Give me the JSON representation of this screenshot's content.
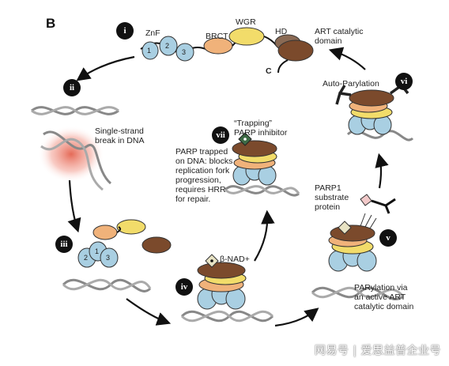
{
  "figure": {
    "panel_letter": "B",
    "steps": {
      "i": "i",
      "ii": "ii",
      "iii": "iii",
      "iv": "iv",
      "v": "v",
      "vi": "vi",
      "vii": "vii"
    },
    "domains": {
      "znf": "ZnF",
      "brct": "BRCT",
      "wgr": "WGR",
      "hd": "HD",
      "art": "ART catalytic\ndomain",
      "c_terminus": "C",
      "znf_1": "1",
      "znf_2": "2",
      "znf_3": "3"
    },
    "labels": {
      "single_strand_break": "Single-strand\nbreak in DNA",
      "trapping": "“Trapping”\nPARP inhibitor",
      "trapped_desc": "PARP trapped\non DNA: blocks\nreplication fork\nprogression,\nrequires HRR\nfor repair.",
      "auto_parylation": "Auto-Parylation",
      "parp1_substrate": "PARP1\nsubstrate\nprotein",
      "beta_nad": "β-NAD+",
      "parylation_active": "PARylation via\nan active ART\ncatalytic domain"
    },
    "watermark": "网易号 | 爱思益普企业号"
  },
  "colors": {
    "znf_blue": "#a9cfe2",
    "brct_orange": "#f0b27a",
    "wgr_yellow": "#f2dc6a",
    "art_brown": "#7b4a2c",
    "dna_gray": "#8a8a8a",
    "arrow": "#111111",
    "inhibitor_green": "#3d6b45",
    "nad_beige": "#e8e3c4",
    "substrate_pink": "#f2c9c9",
    "break_red": "#e0503a"
  }
}
